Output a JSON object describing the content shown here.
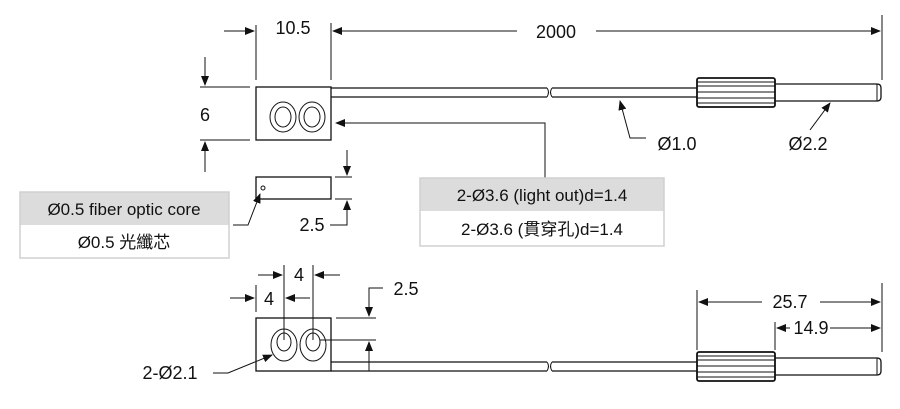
{
  "dimensions": {
    "block_width": "10.5",
    "cable_length": "2000",
    "block_height": "6",
    "side_thickness": "2.5",
    "cable_diameter": "Ø1.0",
    "tip_diameter": "Ø2.2",
    "hole_pitch": "4",
    "hole_offset": "4",
    "hole_vertical": "2.5",
    "hole_diameter": "2-Ø2.1",
    "tip_total_length": "25.7",
    "tip_tube_length": "14.9"
  },
  "callouts": {
    "fiber_core_en": "Ø0.5 fiber optic core",
    "fiber_core_zh": "Ø0.5 光纖芯",
    "through_hole_en": "2-Ø3.6 (light out)d=1.4",
    "through_hole_zh": "2-Ø3.6 (貫穿孔)d=1.4"
  },
  "colors": {
    "line": "#111111",
    "callout_header_bg": "#dcdcdc",
    "callout_border": "#d0d0d0"
  }
}
